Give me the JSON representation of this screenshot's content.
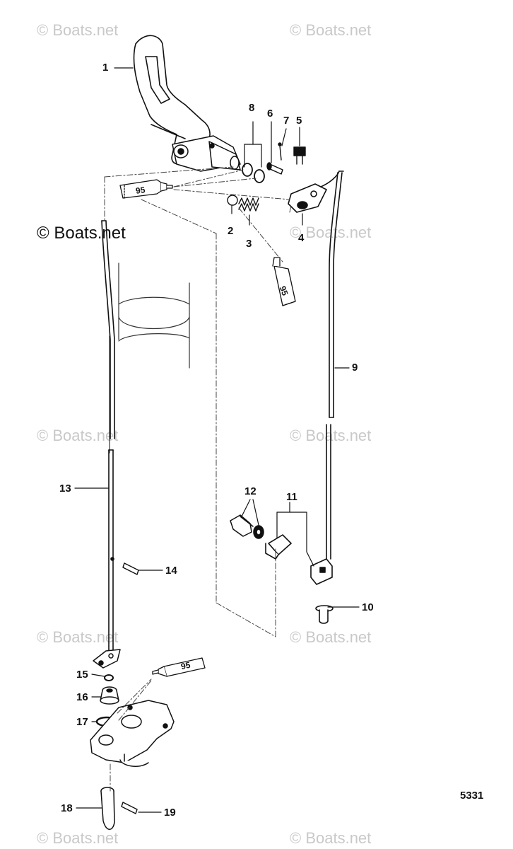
{
  "watermark": {
    "text": "© Boats.net"
  },
  "callouts": [
    "1",
    "2",
    "3",
    "4",
    "5",
    "6",
    "7",
    "8",
    "9",
    "10",
    "11",
    "12",
    "13",
    "14",
    "15",
    "16",
    "17",
    "18",
    "19"
  ],
  "sealant_label": "95",
  "drawing_number": "5331"
}
